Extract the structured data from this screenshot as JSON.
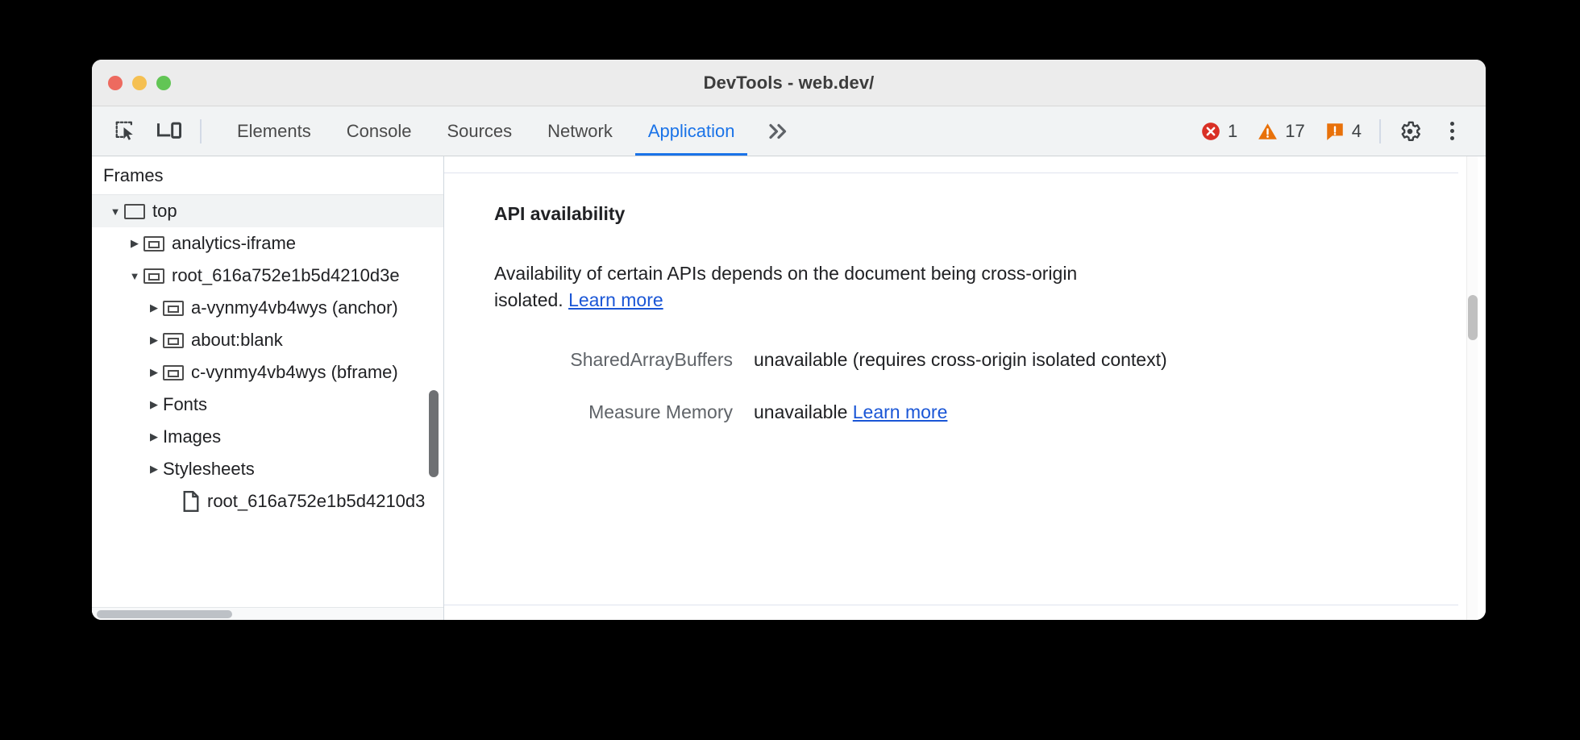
{
  "window": {
    "title": "DevTools - web.dev/",
    "traffic_lights": [
      "close-red",
      "minimize-yellow",
      "maximize-green"
    ]
  },
  "toolbar": {
    "inspect_icon": "inspect-element-icon",
    "device_icon": "device-toolbar-icon",
    "tabs": [
      {
        "label": "Elements",
        "active": false
      },
      {
        "label": "Console",
        "active": false
      },
      {
        "label": "Sources",
        "active": false
      },
      {
        "label": "Network",
        "active": false
      },
      {
        "label": "Application",
        "active": true
      }
    ],
    "more_tabs_label": "»",
    "counters": {
      "errors": "1",
      "warnings": "17",
      "issues": "4"
    },
    "settings_icon": "gear-icon",
    "menu_icon": "three-dot-menu-icon"
  },
  "sidebar": {
    "header": "Frames",
    "tree": [
      {
        "label": "top",
        "indent": 0,
        "twisty": "expanded",
        "icon": "frame-icon",
        "selected": true
      },
      {
        "label": "analytics-iframe",
        "indent": 1,
        "twisty": "collapsed",
        "icon": "frame-icon-inner",
        "selected": false
      },
      {
        "label": "root_616a752e1b5d4210d3e",
        "indent": 1,
        "twisty": "expanded",
        "icon": "frame-icon-inner",
        "selected": false
      },
      {
        "label": "a-vynmy4vb4wys (anchor)",
        "indent": 2,
        "twisty": "collapsed",
        "icon": "frame-icon-inner",
        "selected": false
      },
      {
        "label": "about:blank",
        "indent": 2,
        "twisty": "collapsed",
        "icon": "frame-icon-inner",
        "selected": false
      },
      {
        "label": "c-vynmy4vb4wys (bframe)",
        "indent": 2,
        "twisty": "collapsed",
        "icon": "frame-icon-inner",
        "selected": false
      },
      {
        "label": "Fonts",
        "indent": 1,
        "twisty": "collapsed",
        "icon": "none",
        "selected": false
      },
      {
        "label": "Images",
        "indent": 1,
        "twisty": "collapsed",
        "icon": "none",
        "selected": false
      },
      {
        "label": "Stylesheets",
        "indent": 1,
        "twisty": "collapsed",
        "icon": "none",
        "selected": false
      },
      {
        "label": "root_616a752e1b5d4210d3",
        "indent": 2,
        "twisty": "none",
        "icon": "document-icon",
        "selected": false
      }
    ]
  },
  "main": {
    "section_title": "API availability",
    "paragraph_before_link": "Availability of certain APIs depends on the document being cross-origin isolated. ",
    "paragraph_link": "Learn more",
    "rows": [
      {
        "key": "SharedArrayBuffers",
        "value": "unavailable",
        "note": "  (requires cross-origin isolated context)",
        "link": ""
      },
      {
        "key": "Measure Memory",
        "value": "unavailable ",
        "note": "",
        "link": "Learn more"
      }
    ]
  }
}
